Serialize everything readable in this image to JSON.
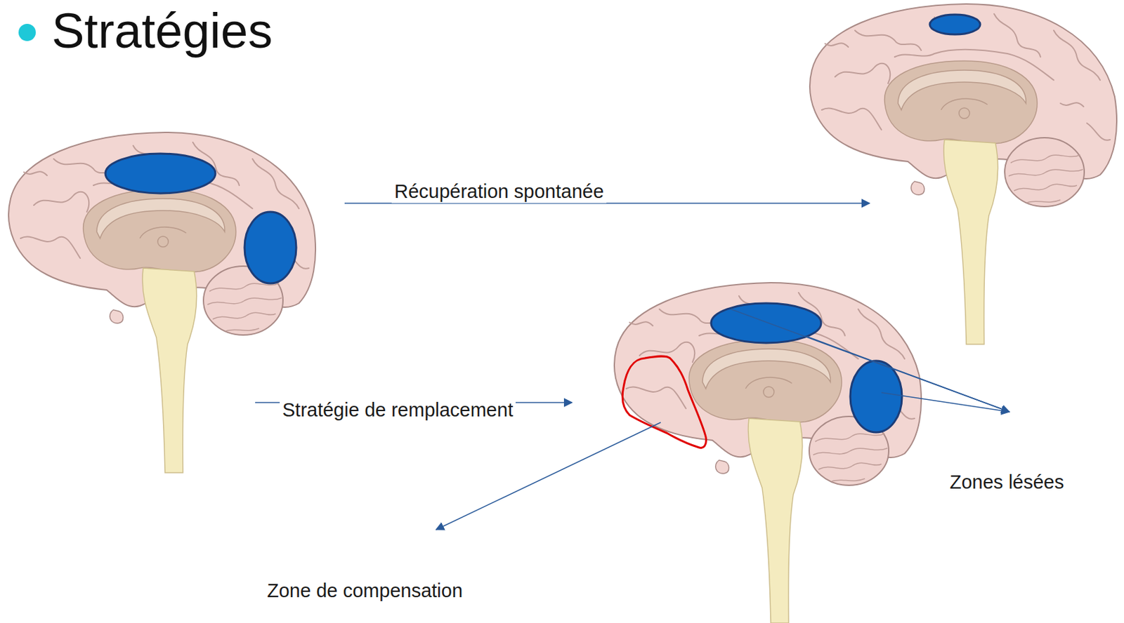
{
  "diagram": {
    "title": "Stratégies",
    "labels": [
      "Récupération spontanée",
      "Stratégie de remplacement",
      "Zones lésées",
      "Zone de compensation"
    ]
  }
}
